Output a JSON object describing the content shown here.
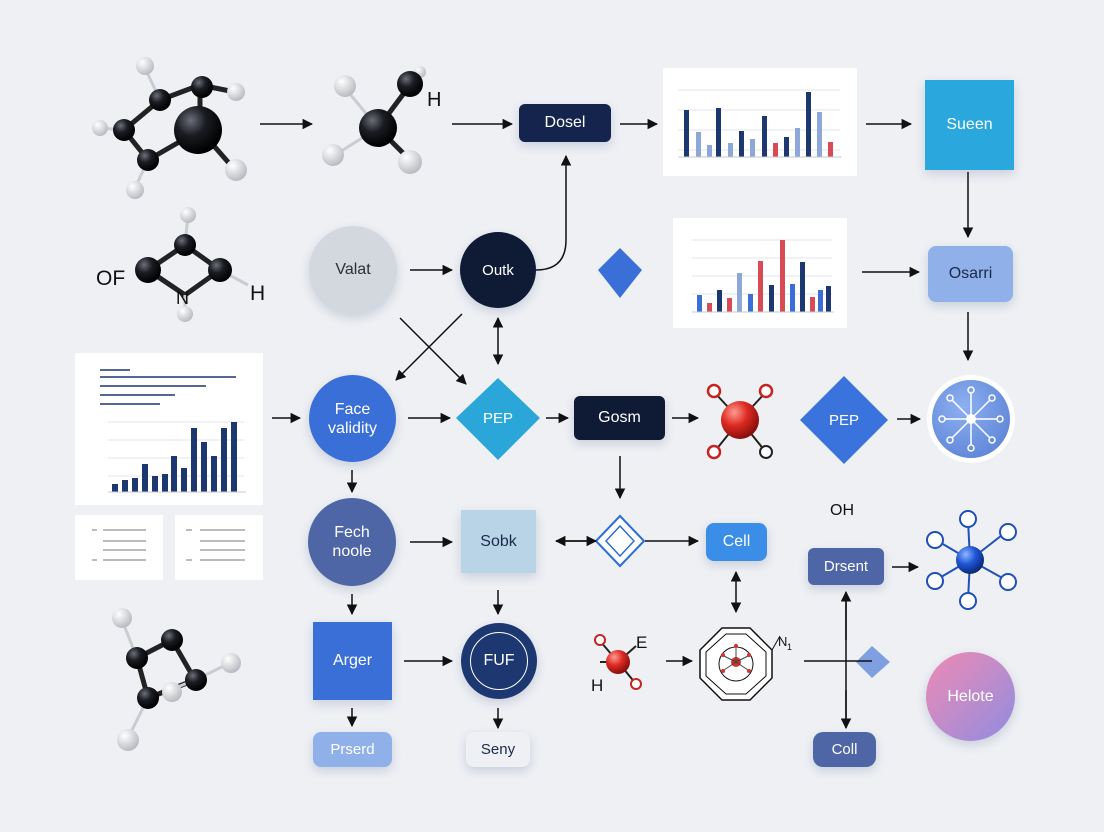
{
  "colors": {
    "navy": "#14244d",
    "dark": "#0f1a35",
    "blue": "#3a6fd8",
    "mid_blue": "#4e66a6",
    "light_blue": "#8fb0e8",
    "cyan": "#2aa7dd",
    "teal": "#3aaed6",
    "grey_circle": "#d3d8df",
    "pale_box": "#b9d4e6",
    "background": "#eef0f4",
    "bar_navy": "#1d3770",
    "bar_light": "#8da8d8",
    "bar_red": "#d84b55"
  },
  "nodes": {
    "dosel": "Dosel",
    "sueen": "Sueen",
    "osarri": "Osarri",
    "valat": "Valat",
    "outk": "Outk",
    "face_validity": "Face validity",
    "pep_1": "PEP",
    "gosm": "Gosm",
    "pep_2": "PEP",
    "fech_noole": "Fech noole",
    "sobk": "Sobk",
    "cell": "Cell",
    "drsent": "Drsent",
    "arger": "Arger",
    "fuf": "FUF",
    "prserd": "Prserd",
    "seny": "Seny",
    "coll": "Coll",
    "helote": "Helote"
  },
  "molecule_labels": {
    "top_h": "H",
    "of": "OF",
    "n": "N",
    "h_right": "H",
    "oh": "OH",
    "e": "E",
    "h_small": "H",
    "n_ring": "N",
    "n_ring_sub": "1"
  },
  "icons": [
    "molecule-icon",
    "bar-chart-icon",
    "network-hub-icon",
    "target-diamond-icon",
    "ring-molecule-icon"
  ]
}
